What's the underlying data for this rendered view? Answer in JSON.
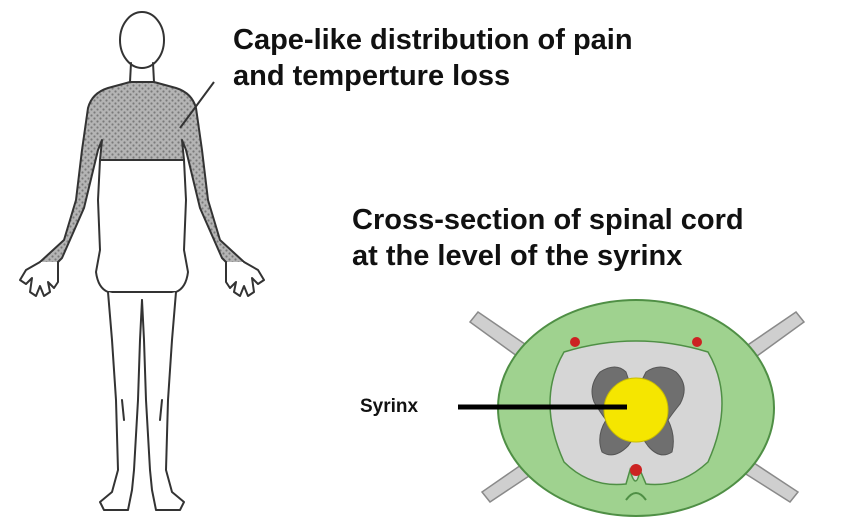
{
  "figure": {
    "cape_caption": {
      "line1": "Cape-like distribution of pain",
      "line2": "and temperture loss"
    },
    "cross_section_caption": {
      "line1": "Cross-section of spinal cord",
      "line2": "at the level of the syrinx"
    },
    "syrinx_label": "Syrinx"
  },
  "colors": {
    "body_outline": "#333333",
    "cape_shading": "#9a9a9a",
    "white_matter": "#9fd28f",
    "white_matter_edge": "#4f8f45",
    "gray_region": "#d6d6d6",
    "gray_matter": "#6f6f6f",
    "nerve_roots": "#cfcfcf",
    "syrinx": "#f5e600",
    "tract_dots": "#cc2222",
    "pointer_line": "#000000"
  }
}
